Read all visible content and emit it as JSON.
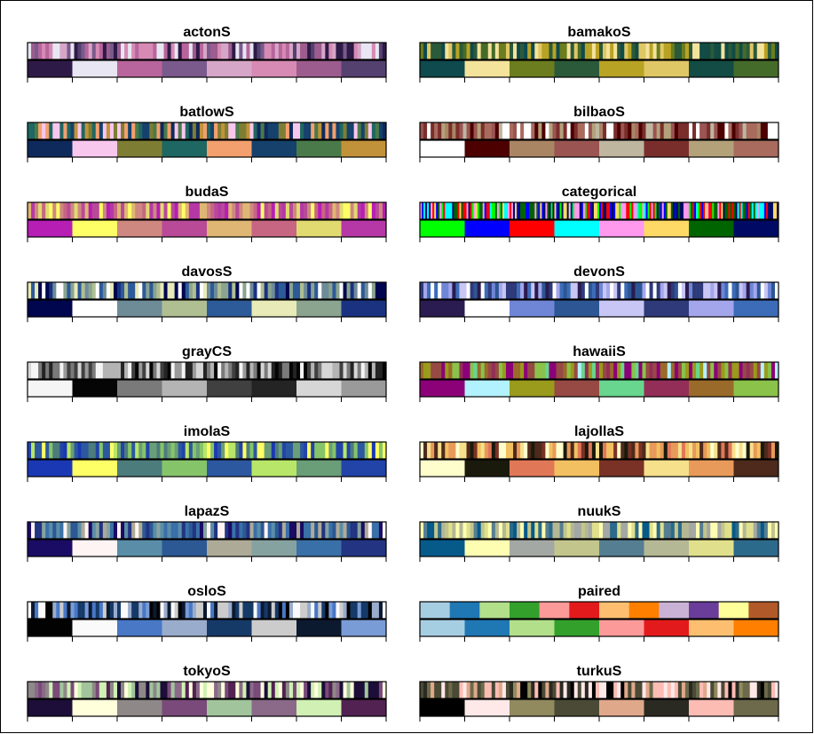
{
  "chart_data": {
    "type": "heatmap",
    "panels": [
      {
        "title": "actonS",
        "top_count": 100,
        "colors": [
          "#2e1a47",
          "#e8e6f2",
          "#b7659c",
          "#7a5a8c",
          "#d6a6c8",
          "#d68ab4",
          "#9c5c8e",
          "#54416f"
        ]
      },
      {
        "title": "bamakoS",
        "top_count": 100,
        "colors": [
          "#0e4a4e",
          "#f4e39a",
          "#6b7d1e",
          "#2b5a3a",
          "#b9a324",
          "#e0c766",
          "#124c44",
          "#456b2a"
        ]
      },
      {
        "title": "batlowS",
        "top_count": 100,
        "colors": [
          "#0e2a5c",
          "#f8c7ee",
          "#7d7e34",
          "#1f6762",
          "#f3a06e",
          "#15416c",
          "#4a7a4a",
          "#c2923a"
        ]
      },
      {
        "title": "bilbaoS",
        "top_count": 100,
        "colors": [
          "#ffffff",
          "#4c0000",
          "#a98564",
          "#9a5452",
          "#bfb6a0",
          "#7a2e2c",
          "#b3a17a",
          "#a86b5e"
        ]
      },
      {
        "title": "budaS",
        "top_count": 100,
        "colors": [
          "#b61eb4",
          "#fefe66",
          "#cf8880",
          "#b84a98",
          "#dfb673",
          "#c76683",
          "#e1da70",
          "#b538a6"
        ]
      },
      {
        "title": "categorical",
        "top_count": 200,
        "colors": [
          "#00ff00",
          "#0000ff",
          "#ff0000",
          "#00ffff",
          "#ff99ee",
          "#ffd966",
          "#006400",
          "#000a64"
        ]
      },
      {
        "title": "davosS",
        "top_count": 100,
        "colors": [
          "#00064e",
          "#ffffff",
          "#6e8c98",
          "#b0bf92",
          "#2d5a98",
          "#e8eab8",
          "#8aa490",
          "#1a3280"
        ]
      },
      {
        "title": "devonS",
        "top_count": 100,
        "colors": [
          "#2a1b50",
          "#ffffff",
          "#6f86d6",
          "#2c5694",
          "#c8c6f4",
          "#2e3a7a",
          "#a4a6ec",
          "#3c6cb8"
        ]
      },
      {
        "title": "grayCS",
        "top_count": 100,
        "colors": [
          "#f5f5f5",
          "#050505",
          "#7a7a7a",
          "#b4b4b4",
          "#404040",
          "#242424",
          "#d6d6d6",
          "#9a9a9a"
        ]
      },
      {
        "title": "hawaiiS",
        "top_count": 100,
        "colors": [
          "#8c0078",
          "#b2f2fe",
          "#9a9a1c",
          "#974a44",
          "#68d68e",
          "#932e58",
          "#9a6a2a",
          "#8ac24a"
        ]
      },
      {
        "title": "imolaS",
        "top_count": 100,
        "colors": [
          "#1a38b4",
          "#fefe66",
          "#4c7c7c",
          "#86c46a",
          "#2c58a0",
          "#b8e668",
          "#6a9e78",
          "#2244a8"
        ]
      },
      {
        "title": "lajollaS",
        "top_count": 100,
        "colors": [
          "#fefecc",
          "#1a1a0c",
          "#e07858",
          "#f2c060",
          "#7a3226",
          "#f6e08c",
          "#e89a5a",
          "#4e2a1c"
        ]
      },
      {
        "title": "lapazS",
        "top_count": 100,
        "colors": [
          "#1a0c64",
          "#fff4f4",
          "#5a8ea8",
          "#2c5894",
          "#aeaa98",
          "#86a2a0",
          "#3a70a8",
          "#223482"
        ]
      },
      {
        "title": "nuukS",
        "top_count": 100,
        "colors": [
          "#065a8a",
          "#fefeb2",
          "#a4a8a4",
          "#c2c68c",
          "#567e92",
          "#b4b894",
          "#e0e08c",
          "#2c6a8c"
        ]
      },
      {
        "title": "osloS",
        "top_count": 100,
        "colors": [
          "#020202",
          "#fafafa",
          "#4878c6",
          "#9aaccc",
          "#163a68",
          "#cccccc",
          "#0c1a30",
          "#7a9cd6"
        ]
      },
      {
        "title": "paired",
        "top_count": 12,
        "colors": [
          "#a6cee3",
          "#1f78b4",
          "#b2df8a",
          "#33a02c",
          "#fb9a99",
          "#e31a1c",
          "#fdbf6f",
          "#ff7f00"
        ],
        "top_colors": [
          "#a6cee3",
          "#1f78b4",
          "#b2df8a",
          "#33a02c",
          "#fb9a99",
          "#e31a1c",
          "#fdbf6f",
          "#ff7f00",
          "#cab2d6",
          "#6a3d9a",
          "#ffff99",
          "#b15928"
        ]
      },
      {
        "title": "tokyoS",
        "top_count": 100,
        "colors": [
          "#1c0e38",
          "#ffffdc",
          "#8e8888",
          "#7a4a7a",
          "#a2c49c",
          "#8a6a88",
          "#d0f0b4",
          "#522252"
        ]
      },
      {
        "title": "turkuS",
        "top_count": 100,
        "colors": [
          "#000000",
          "#ffe8e8",
          "#908a5e",
          "#4a4a36",
          "#e0a88a",
          "#2a2a22",
          "#fcbcb4",
          "#6c6a4a"
        ]
      }
    ]
  }
}
